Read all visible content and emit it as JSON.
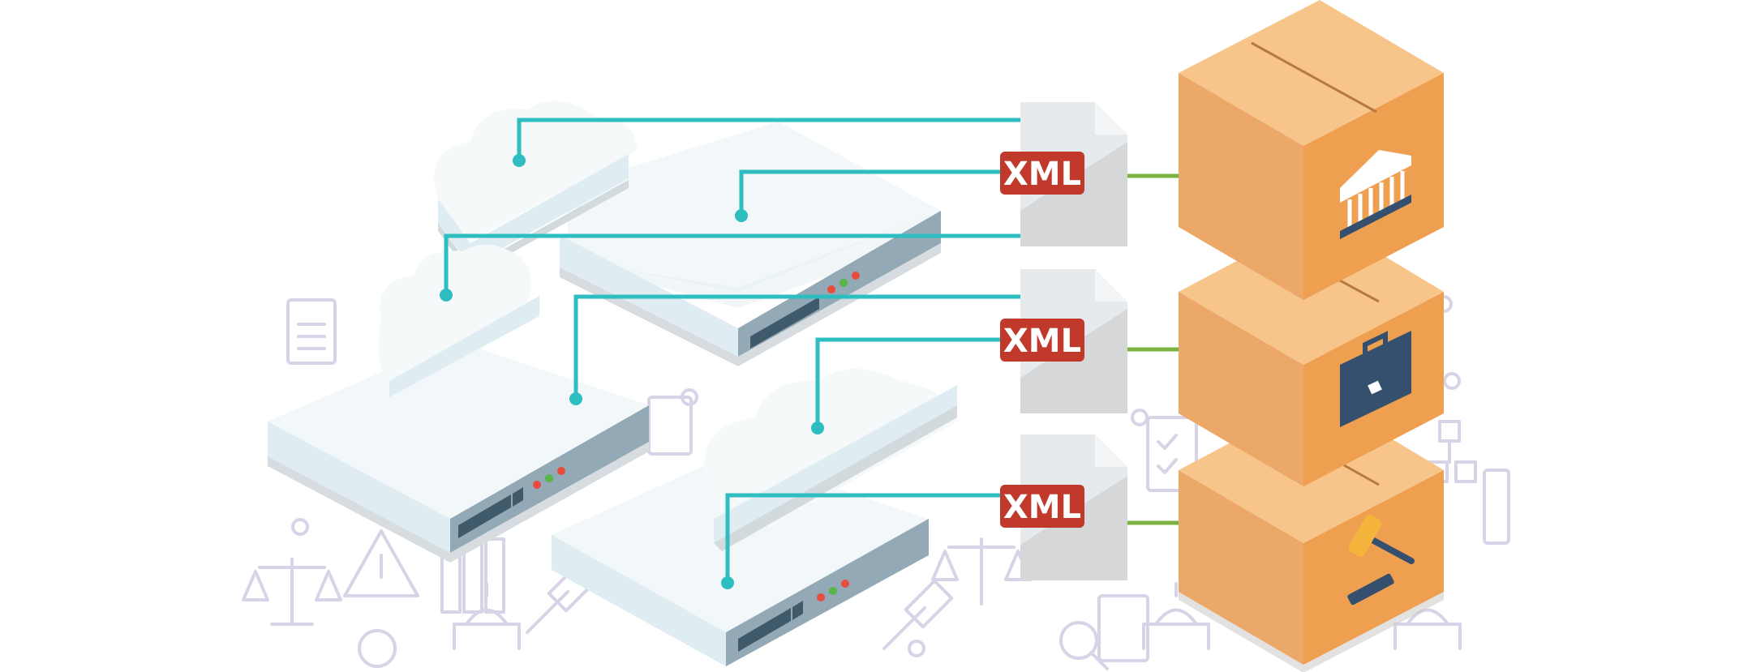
{
  "documents": [
    {
      "label": "XML"
    },
    {
      "label": "XML"
    },
    {
      "label": "XML"
    }
  ],
  "boxes": [
    {
      "icon": "courthouse-icon"
    },
    {
      "icon": "briefcase-icon"
    },
    {
      "icon": "gavel-icon"
    }
  ],
  "colors": {
    "connector": "#2ebdc0",
    "link": "#7bb242",
    "xml_badge": "#c0392b",
    "box_front": "#eea05c",
    "box_side": "#e08a45",
    "box_top": "#f7c48a",
    "icon_navy": "#34506e",
    "server_top": "#f1f6f8",
    "server_front": "#8fa8b5",
    "background_icons": "#d8d3e6"
  }
}
